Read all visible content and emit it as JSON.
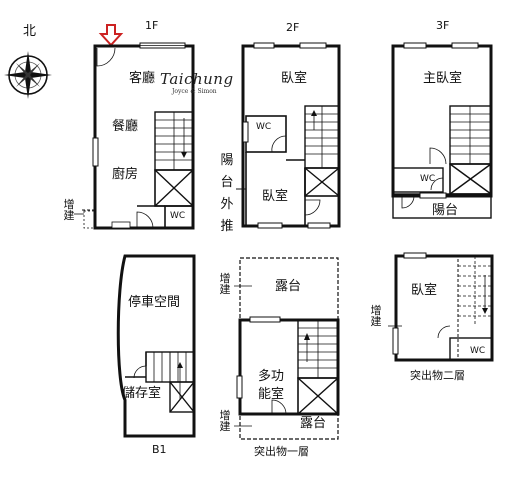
{
  "compass": {
    "north_label": "北"
  },
  "entrance_arrow": {
    "color": "#cc2222",
    "icon": "down-arrow-icon"
  },
  "logo": {
    "script_text": "Taichung",
    "subtitle": "Joyce & Simon"
  },
  "floors": {
    "f1": {
      "title": "1F",
      "rooms": {
        "living": "客廳",
        "dining": "餐廳",
        "kitchen": "廚房",
        "wc": "WC"
      },
      "annex": "增建"
    },
    "f2": {
      "title": "2F",
      "rooms": {
        "bedroom_front": "臥室",
        "wc": "WC",
        "bedroom_back": "臥室"
      },
      "balcony_ext": "陽台外推"
    },
    "f3": {
      "title": "3F",
      "rooms": {
        "master_bedroom": "主臥室",
        "wc": "WC",
        "balcony": "陽台"
      }
    },
    "b1": {
      "title": "B1",
      "rooms": {
        "parking": "停車空間",
        "storage": "儲存室"
      }
    },
    "roof1": {
      "title": "突出物一層",
      "rooms": {
        "terrace_top": "露台",
        "multipurpose": "多功能室",
        "terrace_bottom": "露台"
      },
      "annex_top": "增建",
      "annex_bottom": "增建"
    },
    "roof2": {
      "title": "突出物二層",
      "rooms": {
        "bedroom": "臥室",
        "wc": "WC"
      },
      "annex": "增建"
    }
  }
}
